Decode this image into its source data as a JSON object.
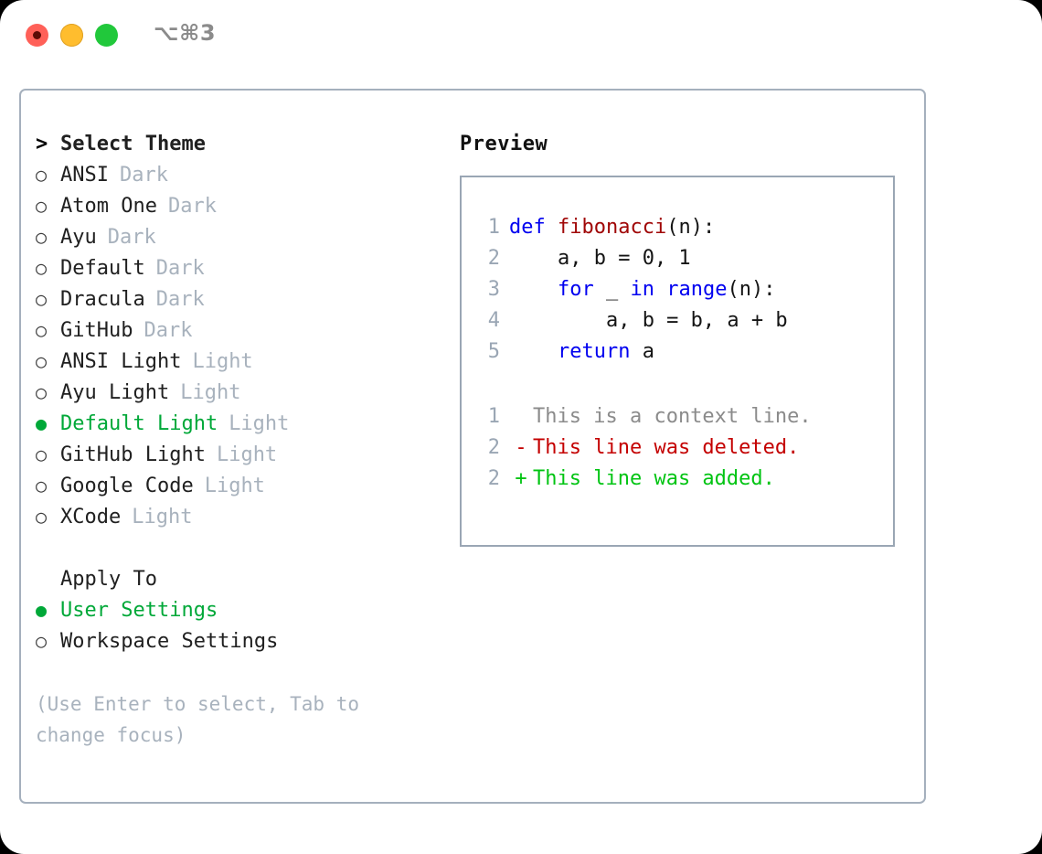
{
  "window": {
    "shortcut": "⌥⌘3",
    "traffic_lights": [
      {
        "name": "close",
        "color": "#ff6058"
      },
      {
        "name": "minimize",
        "color": "#ffbd2e"
      },
      {
        "name": "zoom",
        "color": "#21c83b"
      }
    ]
  },
  "accent": {
    "selected_green": "#00a838",
    "muted_grey": "#a8b2bd",
    "border": "#a5b0bd"
  },
  "theme_list": {
    "header_marker": ">",
    "header_label": "Select Theme",
    "items": [
      {
        "marker": "○",
        "label": "ANSI",
        "tag": "Dark",
        "selected": false
      },
      {
        "marker": "○",
        "label": "Atom One",
        "tag": "Dark",
        "selected": false
      },
      {
        "marker": "○",
        "label": "Ayu",
        "tag": "Dark",
        "selected": false
      },
      {
        "marker": "○",
        "label": "Default",
        "tag": "Dark",
        "selected": false
      },
      {
        "marker": "○",
        "label": "Dracula",
        "tag": "Dark",
        "selected": false
      },
      {
        "marker": "○",
        "label": "GitHub",
        "tag": "Dark",
        "selected": false
      },
      {
        "marker": "○",
        "label": "ANSI Light",
        "tag": "Light",
        "selected": false
      },
      {
        "marker": "○",
        "label": "Ayu Light",
        "tag": "Light",
        "selected": false
      },
      {
        "marker": "●",
        "label": "Default Light",
        "tag": "Light",
        "selected": true
      },
      {
        "marker": "○",
        "label": "GitHub Light",
        "tag": "Light",
        "selected": false
      },
      {
        "marker": "○",
        "label": "Google Code",
        "tag": "Light",
        "selected": false
      },
      {
        "marker": "○",
        "label": "XCode",
        "tag": "Light",
        "selected": false
      }
    ]
  },
  "apply_to": {
    "title": "Apply To",
    "items": [
      {
        "marker": "●",
        "label": "User Settings",
        "selected": true
      },
      {
        "marker": "○",
        "label": "Workspace Settings",
        "selected": false
      }
    ]
  },
  "hint": "(Use Enter to select, Tab to change focus)",
  "preview": {
    "title": "Preview",
    "code_lines": [
      {
        "no": "1",
        "parts": [
          {
            "t": "def ",
            "c": "kw"
          },
          {
            "t": "fibonacci",
            "c": "fn"
          },
          {
            "t": "(n):",
            "c": "plain"
          }
        ]
      },
      {
        "no": "2",
        "parts": [
          {
            "t": "    a, b = 0, 1",
            "c": "plain"
          }
        ]
      },
      {
        "no": "3",
        "parts": [
          {
            "t": "    ",
            "c": "plain"
          },
          {
            "t": "for",
            "c": "kw"
          },
          {
            "t": " _ ",
            "c": "plain"
          },
          {
            "t": "in",
            "c": "kw"
          },
          {
            "t": " ",
            "c": "plain"
          },
          {
            "t": "range",
            "c": "kw"
          },
          {
            "t": "(n):",
            "c": "plain"
          }
        ]
      },
      {
        "no": "4",
        "parts": [
          {
            "t": "        a, b = b, a + b",
            "c": "plain"
          }
        ]
      },
      {
        "no": "5",
        "parts": [
          {
            "t": "    ",
            "c": "plain"
          },
          {
            "t": "return",
            "c": "kw"
          },
          {
            "t": " a",
            "c": "plain"
          }
        ]
      }
    ],
    "diff_lines": [
      {
        "no": "1",
        "mark": " ",
        "text": "This is a context line.",
        "kind": "ctx"
      },
      {
        "no": "2",
        "mark": "-",
        "text": "This line was deleted.",
        "kind": "del"
      },
      {
        "no": "2",
        "mark": "+",
        "text": "This line was added.",
        "kind": "add"
      }
    ]
  }
}
